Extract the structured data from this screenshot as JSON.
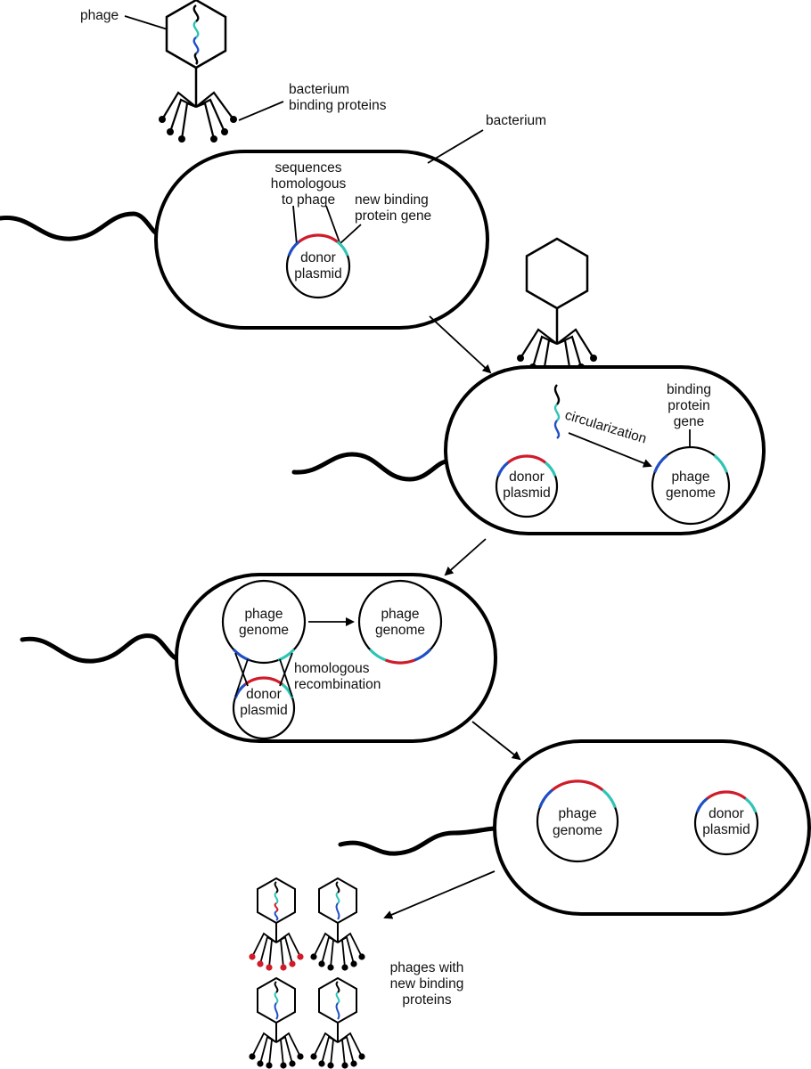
{
  "colors": {
    "outline": "#000000",
    "blue_seq": "#1f4fc4",
    "red_seq": "#d01c2a",
    "cyan_seq": "#2ec4b6",
    "background": "#ffffff"
  },
  "labels": {
    "phage": "phage",
    "binding_proteins": [
      "bacterium",
      "binding proteins"
    ],
    "bacterium": "bacterium",
    "sequences_homologous": [
      "sequences",
      "homologous",
      "to phage"
    ],
    "new_binding_gene": [
      "new binding",
      "protein gene"
    ],
    "donor_plasmid": [
      "donor",
      "plasmid"
    ],
    "phage_genome": [
      "phage",
      "genome"
    ],
    "binding_protein_gene": [
      "binding",
      "protein",
      "gene"
    ],
    "circularization": "circularization",
    "homologous_recombination": [
      "homologous",
      "recombination"
    ],
    "phages_new_binding": [
      "phages with",
      "new binding",
      "proteins"
    ]
  },
  "icons": [
    "phage-icon",
    "bacterium-cell-icon",
    "flagellum-icon",
    "plasmid-circle-icon",
    "arrow-icon"
  ]
}
